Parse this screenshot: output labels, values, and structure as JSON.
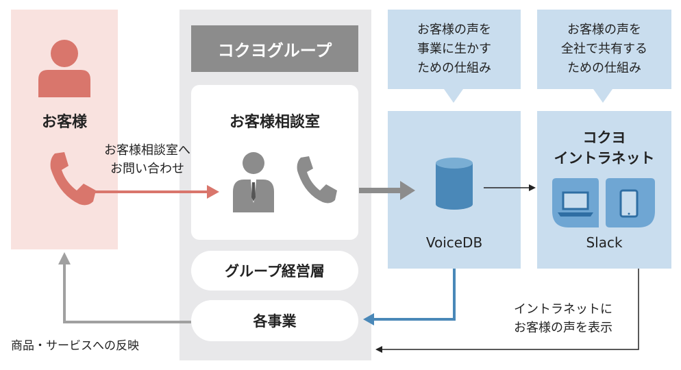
{
  "customer": {
    "label": "お客様"
  },
  "group": {
    "header": "コクヨグループ",
    "consultation_room": "お客様相談室",
    "management": "グループ経営層",
    "business": "各事業"
  },
  "bubbles": {
    "voice": [
      "お客様の声を",
      "事業に生かす",
      "ための仕組み"
    ],
    "intranet": [
      "お客様の声を",
      "全社で共有する",
      "ための仕組み"
    ]
  },
  "voicedb": {
    "label": "VoiceDB"
  },
  "intranet": {
    "title_line1": "コクヨ",
    "title_line2": "イントラネット",
    "slack_label": "Slack"
  },
  "arrows": {
    "inquiry": [
      "お客様相談室へ",
      "お問い合わせ"
    ],
    "display": [
      "イントラネットに",
      "お客様の声を表示"
    ],
    "reflect": "商品・サービスへの反映"
  },
  "colors": {
    "customer_bg": "#f9e2df",
    "customer_icon": "#d9766c",
    "group_bg": "#e8e8ea",
    "group_header": "#8c8c8c",
    "blue_panel": "#c9ddee",
    "db_blue": "#4a88b8",
    "gray_icon": "#8c8c8c"
  }
}
